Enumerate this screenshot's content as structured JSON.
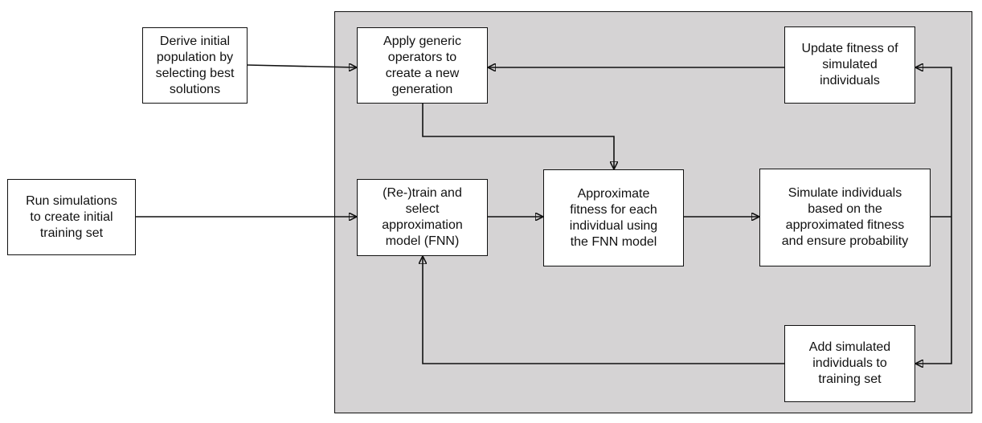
{
  "colors": {
    "background": "#ffffff",
    "panel": "#d5d3d4",
    "box": "#ffffff",
    "stroke": "#111111",
    "text": "#111111"
  },
  "nodes": {
    "derive_initial_population": "Derive initial\npopulation by\nselecting best\nsolutions",
    "apply_generic_operators": "Apply generic\noperators to\ncreate a new\ngeneration",
    "update_fitness": "Update fitness of\nsimulated\nindividuals",
    "run_simulations": "Run simulations\nto create initial\ntraining set",
    "retrain_select_model": "(Re-)train and\nselect\napproximation\nmodel (FNN)",
    "approximate_fitness": "Approximate\nfitness for each\nindividual using\nthe FNN model",
    "simulate_individuals": "Simulate individuals\nbased on the\napproximated fitness\nand ensure probability",
    "add_to_training_set": "Add simulated\nindividuals to\ntraining set"
  }
}
